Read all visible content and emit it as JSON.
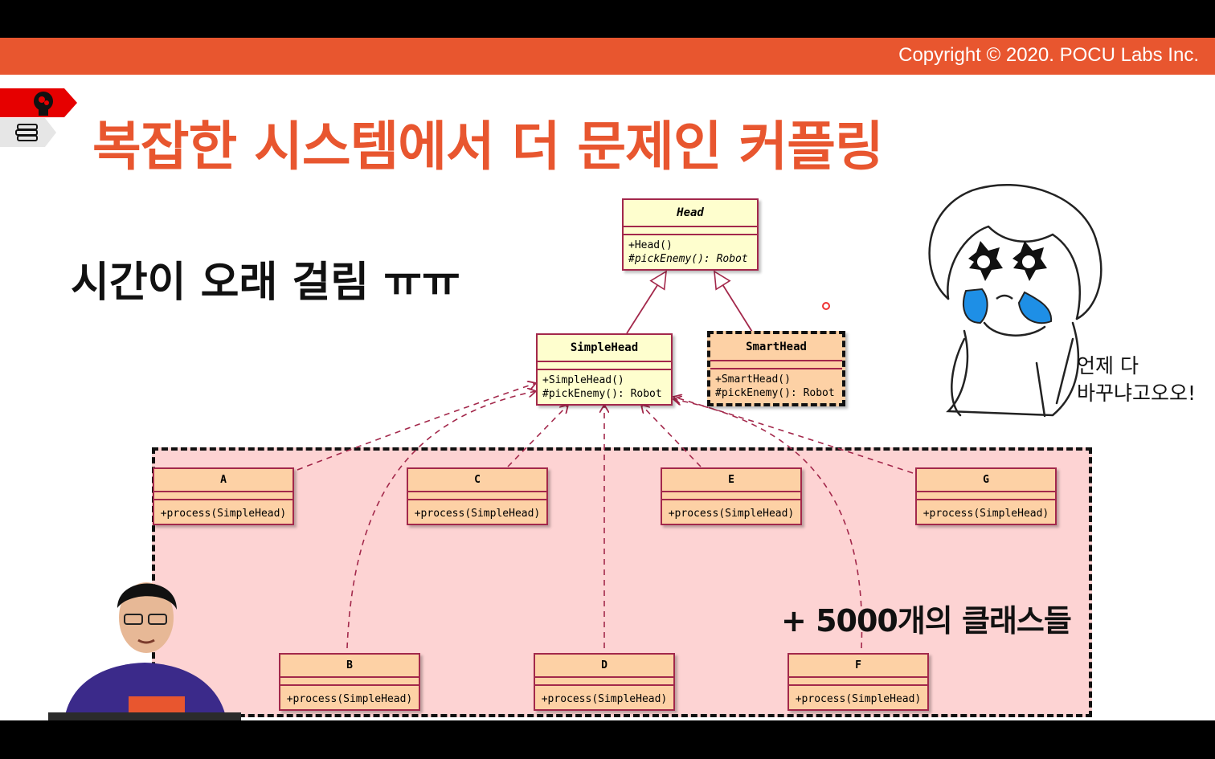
{
  "header": {
    "copyright": "Copyright © 2020. POCU Labs Inc."
  },
  "slide": {
    "title": "복잡한 시스템에서 더 문제인 커플링",
    "subtitle": "시간이 오래 걸림 ㅠㅠ",
    "speech_line1": "언제 다",
    "speech_line2": "바꾸냐고오오!",
    "classes_note": "+ 5000개의 클래스들"
  },
  "uml": {
    "head": {
      "name": "Head",
      "op1": "+Head()",
      "op2": "#pickEnemy(): Robot"
    },
    "simple": {
      "name": "SimpleHead",
      "op1": "+SimpleHead()",
      "op2": "#pickEnemy(): Robot"
    },
    "smart": {
      "name": "SmartHead",
      "op1": "+SmartHead()",
      "op2": "#pickEnemy(): Robot"
    },
    "clients": [
      {
        "name": "A",
        "op": "+process(SimpleHead)"
      },
      {
        "name": "C",
        "op": "+process(SimpleHead)"
      },
      {
        "name": "E",
        "op": "+process(SimpleHead)"
      },
      {
        "name": "G",
        "op": "+process(SimpleHead)"
      },
      {
        "name": "B",
        "op": "+process(SimpleHead)"
      },
      {
        "name": "D",
        "op": "+process(SimpleHead)"
      },
      {
        "name": "F",
        "op": "+process(SimpleHead)"
      }
    ]
  },
  "colors": {
    "accent": "#e8562f",
    "uml_border": "#a3284b",
    "uml_yellow": "#fefece",
    "uml_orange": "#fdd1a5",
    "pink_region": "#fdd3d3"
  },
  "icons": {
    "brain": "brain-head-icon",
    "books": "books-stack-icon",
    "character": "crying-girl-illustration"
  }
}
